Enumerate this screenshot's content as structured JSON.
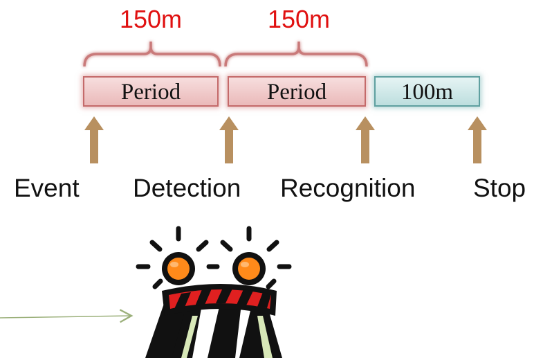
{
  "distance_labels": [
    "150m",
    "150m"
  ],
  "boxes": [
    "Period",
    "Period",
    "100m"
  ],
  "stages": [
    "Event",
    "Detection",
    "Recognition",
    "Stop"
  ],
  "colors": {
    "distance_label": "#e01010",
    "bracket": "#c97a7a",
    "period_box": "#eab9b9",
    "distance_box": "#bcdede",
    "arrow": "#b89060",
    "pointer_arrow": "#9bb07a"
  },
  "icons": [
    "barricade-icon"
  ]
}
